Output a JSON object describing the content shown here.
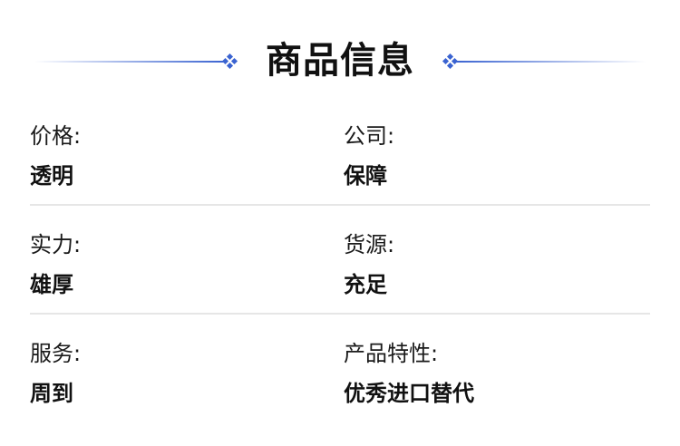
{
  "header": {
    "title": "商品信息",
    "accent_color": "#3a63d1"
  },
  "rows": [
    {
      "items": [
        {
          "label": "价格:",
          "value": "透明"
        },
        {
          "label": "公司:",
          "value": "保障"
        }
      ]
    },
    {
      "items": [
        {
          "label": "实力:",
          "value": "雄厚"
        },
        {
          "label": "货源:",
          "value": "充足"
        }
      ]
    },
    {
      "items": [
        {
          "label": "服务:",
          "value": "周到"
        },
        {
          "label": "产品特性:",
          "value": "优秀进口替代"
        }
      ]
    }
  ]
}
